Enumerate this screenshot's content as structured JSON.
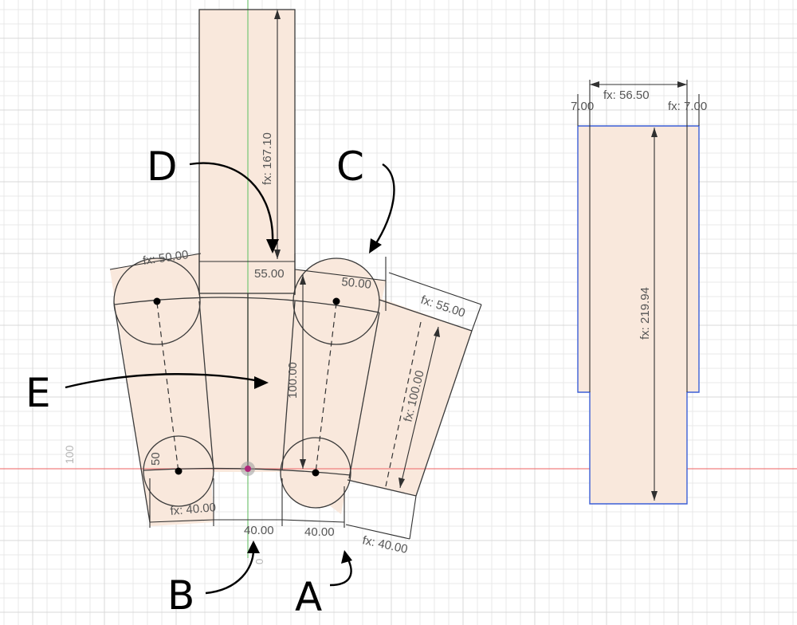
{
  "sketch": {
    "dimensions": {
      "left_stem_height": "fx: 167.10",
      "top_width": "55.00",
      "left_circle_dia": "fx: 50.00",
      "right_circle_dia": "50.00",
      "right_link_width": "fx: 55.00",
      "center_height": "100.00",
      "right_link_length": "fx: 100.00",
      "left_small_circle": "50",
      "left_bottom_width": "fx: 40.00",
      "bottom_center_width": "40.00",
      "bottom_right_width": "40.00",
      "right_bottom_width": "fx: 40.00",
      "axis_value": "100",
      "origin_label": "0",
      "part2_width": "fx: 56.50",
      "part2_left_offset": "7.00",
      "part2_right_offset": "fx: 7.00",
      "part2_height": "fx: 219.94"
    },
    "callouts": {
      "a": "A",
      "b": "B",
      "c": "C",
      "d": "D",
      "e": "E"
    },
    "colors": {
      "body_fill": "#f9e8dc",
      "x_axis": "#f08080",
      "y_axis": "#7ec87e",
      "selection_outline": "#3b5fd6",
      "origin_point": "#b0287a"
    }
  }
}
